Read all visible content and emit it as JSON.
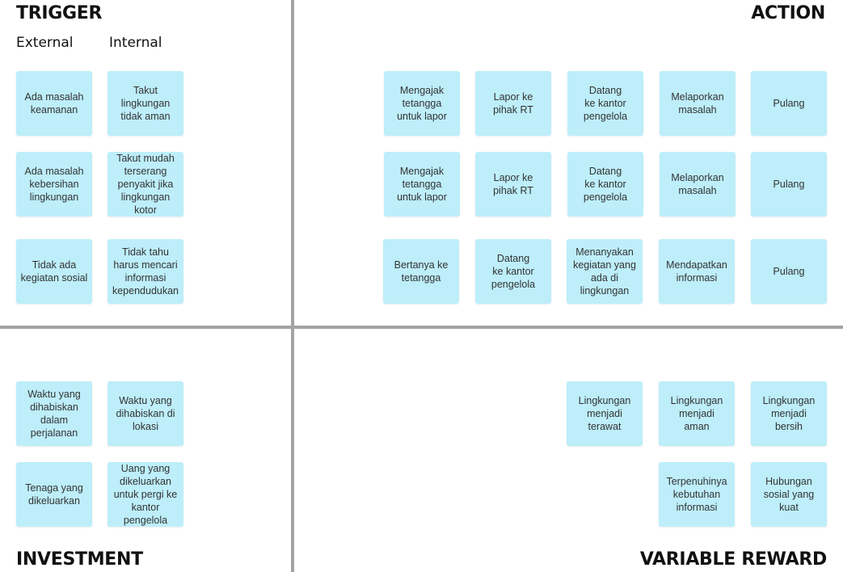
{
  "colors": {
    "note_fill": "#bdeefa",
    "divider": "#a3a3a3",
    "text": "#111111"
  },
  "quadrants": {
    "trigger": {
      "title": "TRIGGER",
      "external_label": "External",
      "internal_label": "Internal",
      "external_notes": [
        "Ada masalah\nkeamanan",
        "Ada masalah\nkebersihan\nlingkungan",
        "Tidak ada\nkegiatan sosial"
      ],
      "internal_notes": [
        "Takut\nlingkungan\ntidak aman",
        "Takut mudah\nterserang\npenyakit jika\nlingkungan\nkotor",
        "Tidak tahu\nharus mencari\ninformasi\nkependudukan"
      ]
    },
    "action": {
      "title": "ACTION",
      "rows": [
        [
          "Mengajak\ntetangga\nuntuk lapor",
          "Lapor ke\npihak RT",
          "Datang\nke kantor\npengelola",
          "Melaporkan\nmasalah",
          "Pulang"
        ],
        [
          "Mengajak\ntetangga\nuntuk lapor",
          "Lapor ke\npihak RT",
          "Datang\nke kantor\npengelola",
          "Melaporkan\nmasalah",
          "Pulang"
        ],
        [
          "Bertanya ke\ntetangga",
          "Datang\nke kantor\npengelola",
          "Menanyakan\nkegiatan yang\nada di\nlingkungan",
          "Mendapatkan\ninformasi",
          "Pulang"
        ]
      ]
    },
    "investment": {
      "title": "INVESTMENT",
      "notes": [
        "Waktu yang\ndihabiskan\ndalam\nperjalanan",
        "Waktu yang\ndihabiskan di\nlokasi",
        "Tenaga yang\ndikeluarkan",
        "Uang yang\ndikeluarkan\nuntuk pergi ke\nkantor\npengelola"
      ]
    },
    "variable_reward": {
      "title": "VARIABLE REWARD",
      "notes": [
        "Lingkungan\nmenjadi\nterawat",
        "Lingkungan\nmenjadi\naman",
        "Lingkungan\nmenjadi\nbersih",
        "Terpenuhinya\nkebutuhan\ninformasi",
        "Hubungan\nsosial yang\nkuat"
      ]
    }
  }
}
